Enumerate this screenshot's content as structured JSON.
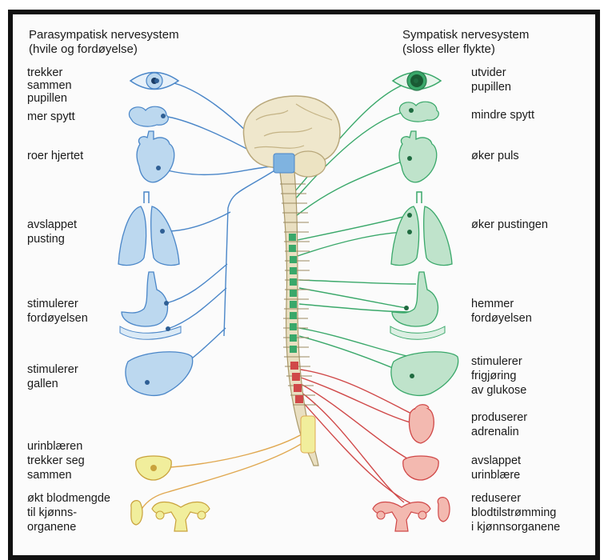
{
  "diagram": {
    "parasympathetic": {
      "title": "Parasympatisk nervesystem",
      "subtitle": "(hvile og fordøyelse)",
      "labels": [
        [
          "trekker",
          "sammen",
          "pupillen"
        ],
        [
          "mer spytt"
        ],
        [
          "roer hjertet"
        ],
        [
          "avslappet",
          "pusting"
        ],
        [
          "stimulerer",
          "fordøyelsen"
        ],
        [
          "stimulerer",
          "gallen"
        ],
        [
          "urinblæren",
          "trekker seg",
          "sammen"
        ],
        [
          "økt blodmengde",
          "til kjønns-",
          "organene"
        ]
      ]
    },
    "sympathetic": {
      "title": "Sympatisk nervesystem",
      "subtitle": "(sloss eller flykte)",
      "labels": [
        [
          "utvider",
          "pupillen"
        ],
        [
          "mindre spytt"
        ],
        [
          "øker puls"
        ],
        [
          "øker pustingen"
        ],
        [
          "hemmer",
          "fordøyelsen"
        ],
        [
          "stimulerer",
          "frigjøring",
          "av glukose"
        ],
        [
          "produserer",
          "adrenalin"
        ],
        [
          "avslappet",
          "urinblære"
        ],
        [
          "reduserer",
          "blodtilstrømming",
          "i kjønnsorganene"
        ]
      ]
    },
    "colors": {
      "parasympathetic": "#4a86c8",
      "parasympathetic_fill": "#bcd8ef",
      "sympathetic": "#3aa86a",
      "sympathetic_fill": "#bfe3cb",
      "sympathetic_lower": "#d04848",
      "sympathetic_lower_fill": "#f3b9b0",
      "sacral": "#e0a850",
      "sacral_fill": "#f1ee9c",
      "spine": "#e9dfc1"
    }
  }
}
